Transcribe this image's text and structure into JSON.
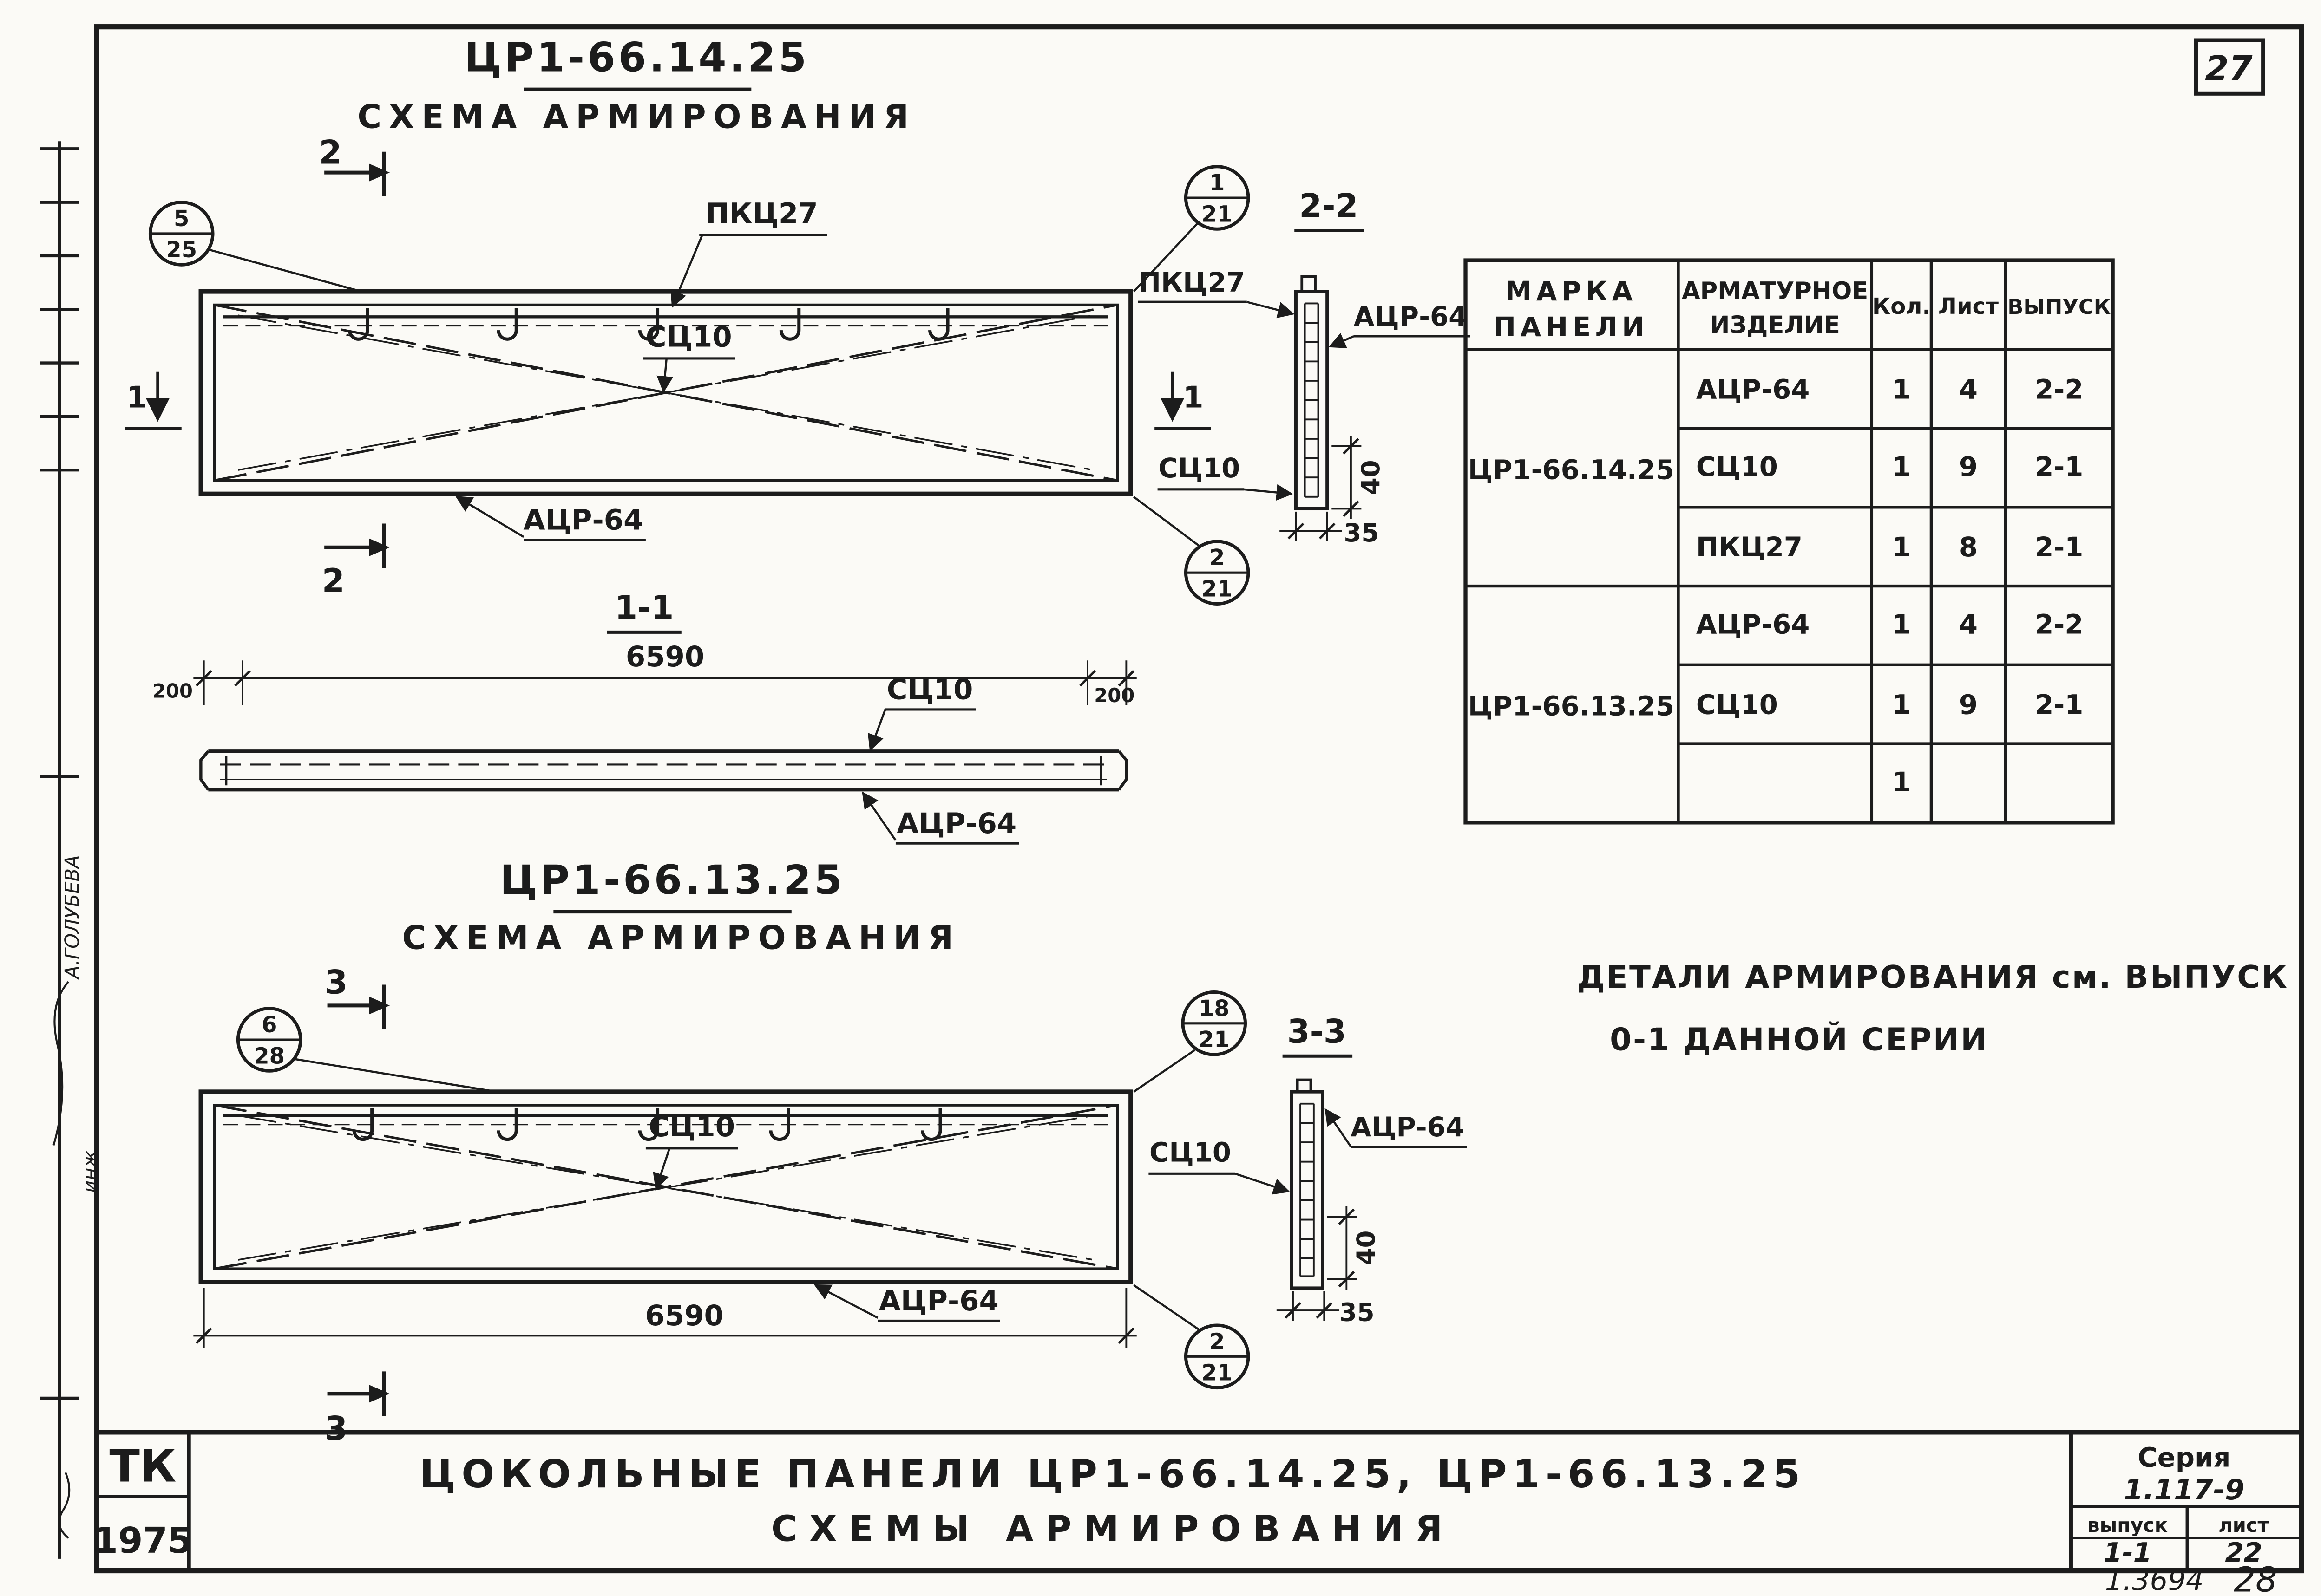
{
  "page": {
    "number": "27",
    "stamp_code": "1.3694",
    "stamp_page": "28"
  },
  "margin": {
    "signature": "А.ГОЛУБЕВА",
    "role": "инж"
  },
  "scheme1": {
    "code": "ЦР1-66.14.25",
    "subtitle": "СХЕМА АРМИРОВАНИЯ",
    "cut2": "2",
    "cut1": "1",
    "c525_top": "5",
    "c525_bot": "25",
    "c121_top": "1",
    "c121_bot": "21",
    "c221_top": "2",
    "c221_bot": "21",
    "label_pkc": "ПКЦ27",
    "label_sc": "СЦ10",
    "label_acr": "АЦР-64",
    "section": {
      "title": "2-2",
      "label_pkc": "ПКЦ27",
      "label_acr": "АЦР-64",
      "label_sc": "СЦ10",
      "dim_h": "40",
      "dim_w": "35"
    }
  },
  "section11": {
    "title": "1-1",
    "dim_total": "6590",
    "dim_left": "200",
    "dim_right": "200",
    "label_sc": "СЦ10",
    "label_acr": "АЦР-64"
  },
  "scheme2": {
    "code": "ЦР1-66.13.25",
    "subtitle": "СХЕМА АРМИРОВАНИЯ",
    "cut3": "3",
    "c628_top": "6",
    "c628_bot": "28",
    "c1821_top": "18",
    "c1821_bot": "21",
    "c221_top": "2",
    "c221_bot": "21",
    "label_sc": "СЦ10",
    "label_acr": "АЦР-64",
    "dim_total": "6590",
    "section": {
      "title": "3-3",
      "label_sc": "СЦ10",
      "label_acr": "АЦР-64",
      "dim_h": "40",
      "dim_w": "35"
    }
  },
  "table": {
    "h_marka1": "МАРКА",
    "h_marka2": "ПАНЕЛИ",
    "h_izd1": "АРМАТУРНОЕ",
    "h_izd2": "ИЗДЕЛИЕ",
    "h_kol": "Кол.",
    "h_list": "Лист",
    "h_vyp": "ВЫПУСК",
    "g1_marka": "ЦР1-66.14.25",
    "g2_marka": "ЦР1-66.13.25",
    "rows": [
      {
        "izd": "АЦР-64",
        "kol": "1",
        "list": "4",
        "vyp": "2-2"
      },
      {
        "izd": "СЦ10",
        "kol": "1",
        "list": "9",
        "vyp": "2-1"
      },
      {
        "izd": "ПКЦ27",
        "kol": "1",
        "list": "8",
        "vyp": "2-1"
      },
      {
        "izd": "АЦР-64",
        "kol": "1",
        "list": "4",
        "vyp": "2-2"
      },
      {
        "izd": "СЦ10",
        "kol": "1",
        "list": "9",
        "vyp": "2-1"
      },
      {
        "izd": "",
        "kol": "1",
        "list": "",
        "vyp": ""
      }
    ]
  },
  "note": {
    "line1": "ДЕТАЛИ АРМИРОВАНИЯ  см. ВЫПУСК",
    "line2": "0-1  ДАННОЙ  СЕРИИ"
  },
  "titleblock": {
    "org": "ТК",
    "year": "1975",
    "title": "ЦОКОЛЬНЫЕ ПАНЕЛИ ЦР1-66.14.25, ЦР1-66.13.25",
    "subtitle": "СХЕМЫ АРМИРОВАНИЯ",
    "series_label": "Серия",
    "series": "1.117-9",
    "issue_label": "выпуск",
    "issue": "1-1",
    "sheet_label": "лист",
    "sheet": "22"
  }
}
